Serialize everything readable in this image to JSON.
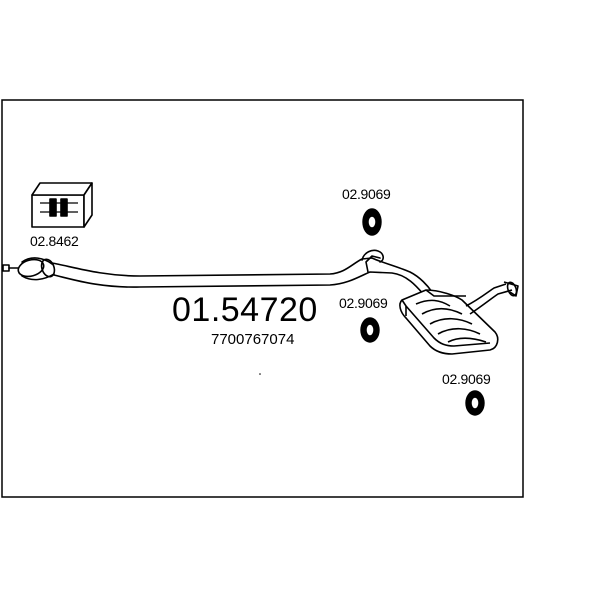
{
  "main_part_number": "01.54720",
  "oem_number": "7700767074",
  "parts": {
    "clamp_kit": "02.8462",
    "hanger_top": "02.9069",
    "hanger_mid": "02.9069",
    "hanger_right": "02.9069"
  },
  "icons": {
    "clamp_kit": "clamp-kit-box-icon",
    "hanger": "rubber-hanger-icon",
    "exhaust": "exhaust-pipe-with-rear-silencer"
  },
  "colors": {
    "line": "#000000",
    "background": "#ffffff"
  }
}
